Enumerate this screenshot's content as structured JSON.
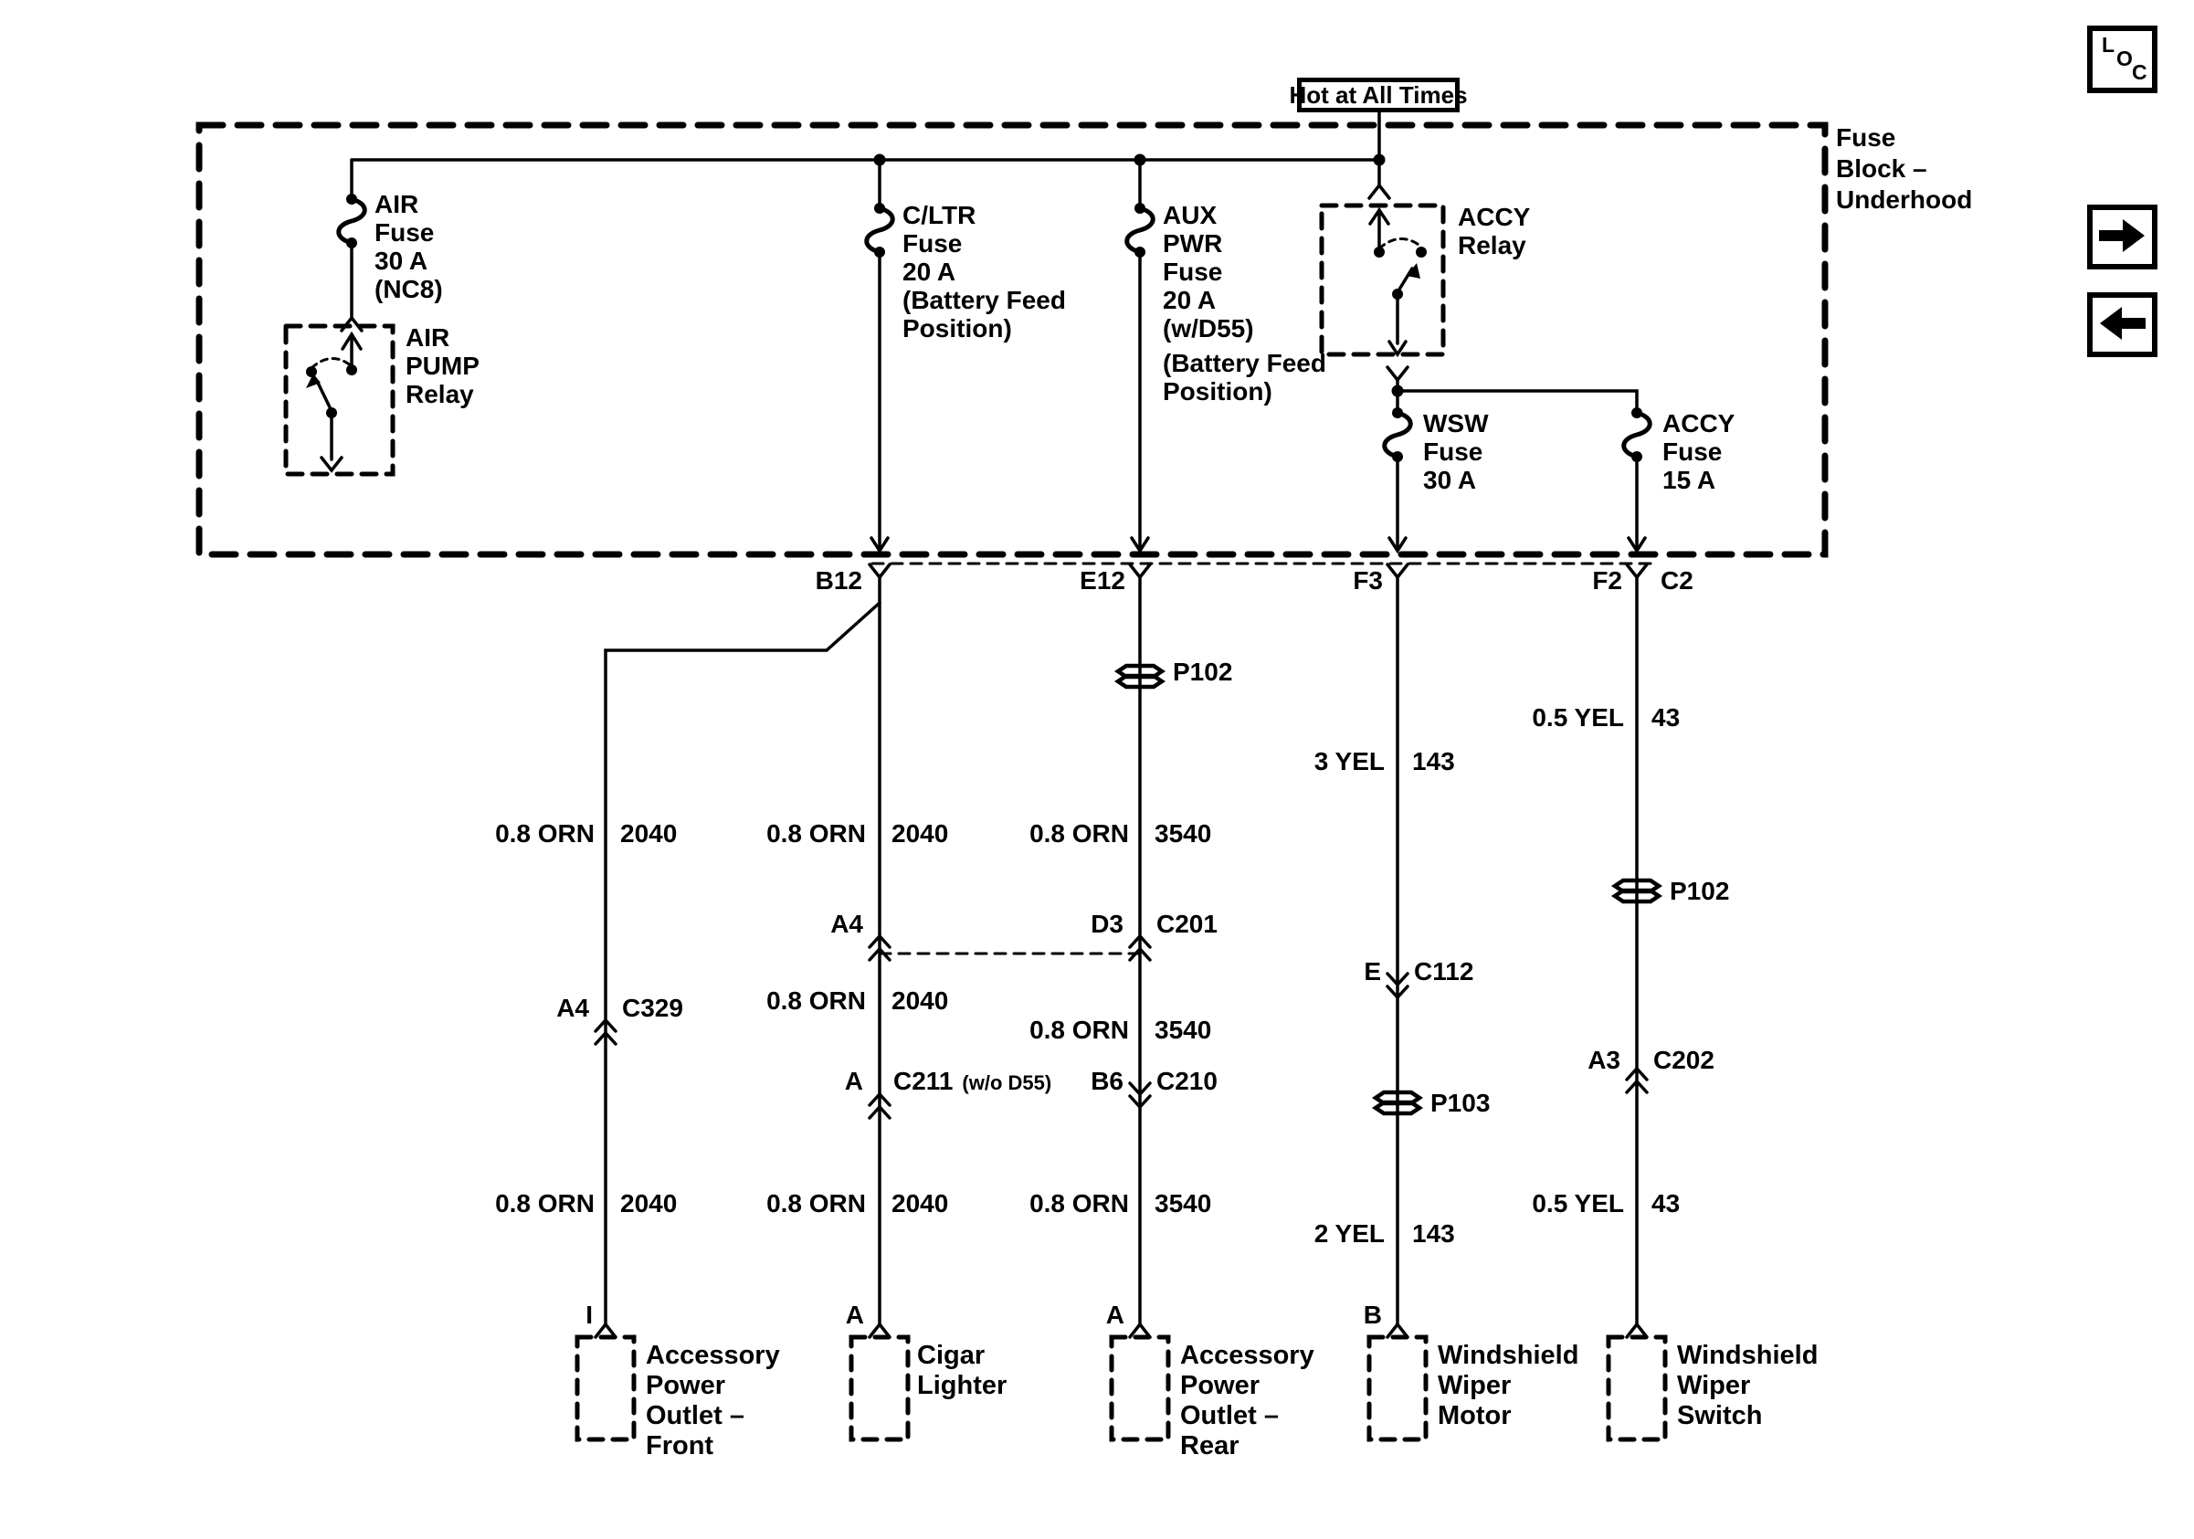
{
  "nav": {
    "loc_button": {
      "letters": [
        "L",
        "O",
        "C"
      ]
    }
  },
  "diagram": {
    "colors": {
      "ink": "#000000",
      "paper": "#ffffff"
    },
    "hot_label": "Hot at All Times",
    "block_title": "Fuse\nBlock –\nUnderhood",
    "air_fuse": "AIR\nFuse\n30 A\n(NC8)",
    "air_pump_relay": "AIR\nPUMP\nRelay",
    "cltr_fuse": "C/LTR\nFuse\n20 A\n(Battery Feed\nPosition)",
    "aux_pwr_fuse": "AUX\nPWR\nFuse\n20 A\n(w/D55)",
    "aux_pwr_fuse_note": "(Battery Feed\nPosition)",
    "accy_relay": "ACCY\nRelay",
    "wsw_fuse": "WSW\nFuse\n30 A",
    "accy_fuse": "ACCY\nFuse\n15 A",
    "pins": {
      "b12": "B12",
      "e12": "E12",
      "f3": "F3",
      "f2": "F2",
      "c2": "C2"
    },
    "wire_labels": [
      {
        "spec": "0.8 ORN",
        "circuit": "2040"
      },
      {
        "spec": "0.8 ORN",
        "circuit": "2040"
      },
      {
        "spec": "0.8 ORN",
        "circuit": "3540"
      },
      {
        "spec": "3 YEL",
        "circuit": "143"
      },
      {
        "spec": "0.5 YEL",
        "circuit": "43"
      },
      {
        "spec": "0.8 ORN",
        "circuit": "2040"
      },
      {
        "spec": "0.8 ORN",
        "circuit": "3540"
      },
      {
        "spec": "0.8 ORN",
        "circuit": "2040"
      },
      {
        "spec": "0.8 ORN",
        "circuit": "2040"
      },
      {
        "spec": "0.8 ORN",
        "circuit": "3540"
      },
      {
        "spec": "2 YEL",
        "circuit": "143"
      },
      {
        "spec": "0.5 YEL",
        "circuit": "43"
      }
    ],
    "connectors": [
      {
        "pin": "A4",
        "name": "C329"
      },
      {
        "pin": "A4",
        "name": ""
      },
      {
        "pin": "D3",
        "name": "C201"
      },
      {
        "pin": "A",
        "name": "C211",
        "note": "(w/o D55)"
      },
      {
        "pin": "B6",
        "name": "C210"
      },
      {
        "pin": "E",
        "name": "C112"
      },
      {
        "pin": "A3",
        "name": "C202"
      }
    ],
    "splices": [
      {
        "name": "P102"
      },
      {
        "name": "P102"
      },
      {
        "name": "P103"
      }
    ],
    "components": [
      {
        "terminal": "I",
        "name": "Accessory\nPower\nOutlet –\nFront"
      },
      {
        "terminal": "A",
        "name": "Cigar\nLighter"
      },
      {
        "terminal": "A",
        "name": "Accessory\nPower\nOutlet –\nRear"
      },
      {
        "terminal": "B",
        "name": "Windshield\nWiper\nMotor"
      },
      {
        "terminal": "",
        "name": "Windshield\nWiper\nSwitch"
      }
    ]
  }
}
